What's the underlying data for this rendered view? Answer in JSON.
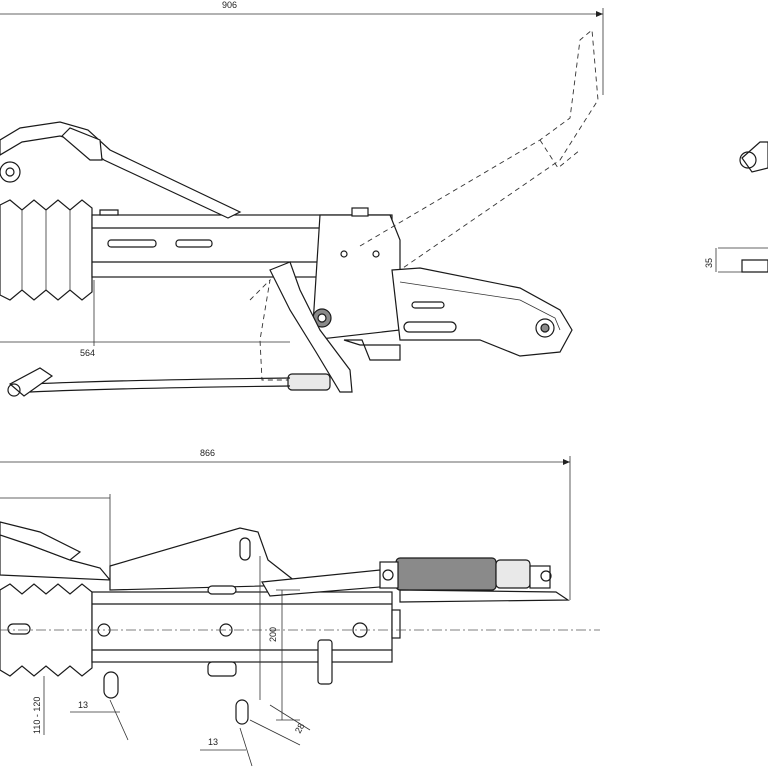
{
  "dimensions": {
    "overall_length_top": "906",
    "body_length": "564",
    "height_35": "35",
    "overall_length_side": "866",
    "height_200": "200",
    "hole_13_left": "13",
    "hole_13_right": "13",
    "hole_28": "28",
    "range_110_120": "110 - 120"
  },
  "colors": {
    "line": "#1a1a1a",
    "fill_grey": "#e9e9e9",
    "fill_dark": "#8a8a8a"
  }
}
